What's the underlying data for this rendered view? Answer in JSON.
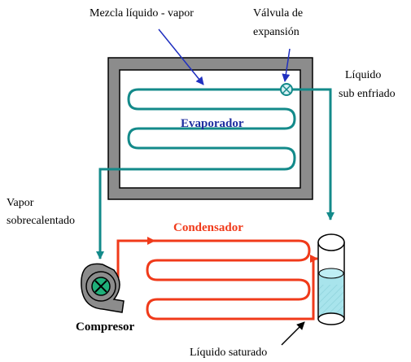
{
  "labels": {
    "mixture": "Mezcla líquido - vapor",
    "valve_line1": "Válvula de",
    "valve_line2": "expansión",
    "subcooled_line1": "Líquido",
    "subcooled_line2": "sub enfriado",
    "evaporator": "Evaporador",
    "vapor_line1": "Vapor",
    "vapor_line2": "sobrecalentado",
    "condenser": "Condensador",
    "compressor": "Compresor",
    "saturated": "Líquido saturado"
  },
  "colors": {
    "evaporator_line": "#138a8a",
    "condenser_line": "#f03a1a",
    "evaporator_text": "#1f2fa0",
    "box_frame": "#8c8c8c",
    "pointer_arrow": "#2030c0",
    "liquid": "#a8e4ec"
  }
}
